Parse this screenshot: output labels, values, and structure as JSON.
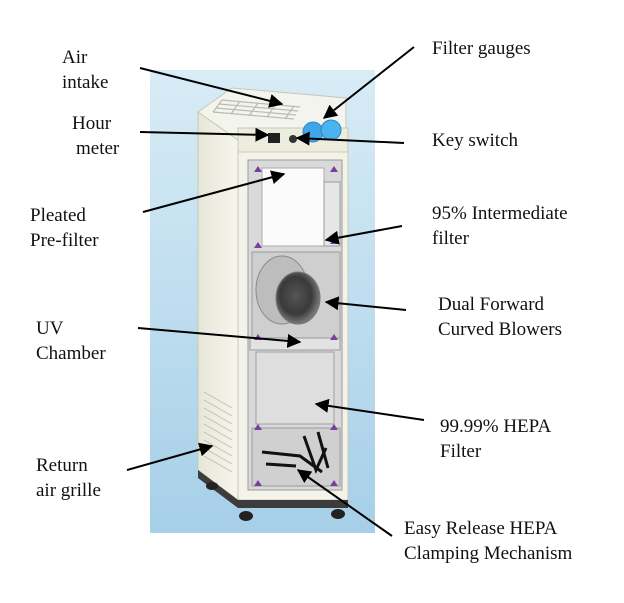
{
  "colors": {
    "sky_top": "#cfe6f3",
    "sky_bottom": "#a9d2ea",
    "cabinet": "#f1f1e8",
    "cabinet_shade": "#dcdccc",
    "gauge": "#3fa7e8",
    "arrow": "#000000",
    "text": "#111111"
  },
  "labels": {
    "air_intake": [
      "Air",
      "intake"
    ],
    "hour_meter": [
      "Hour",
      "meter"
    ],
    "pleated_prefilter": [
      "Pleated",
      "Pre-filter"
    ],
    "uv_chamber": [
      "UV",
      "Chamber"
    ],
    "return_air_grille": [
      "Return",
      "air grille"
    ],
    "filter_gauges": [
      "Filter gauges"
    ],
    "key_switch": [
      "Key switch"
    ],
    "intermediate_filter": [
      "95% Intermediate",
      "filter"
    ],
    "blowers": [
      "Dual Forward",
      "Curved Blowers"
    ],
    "hepa_filter": [
      "99.99% HEPA",
      "Filter"
    ],
    "clamping": [
      "Easy Release HEPA",
      "Clamping Mechanism"
    ]
  }
}
